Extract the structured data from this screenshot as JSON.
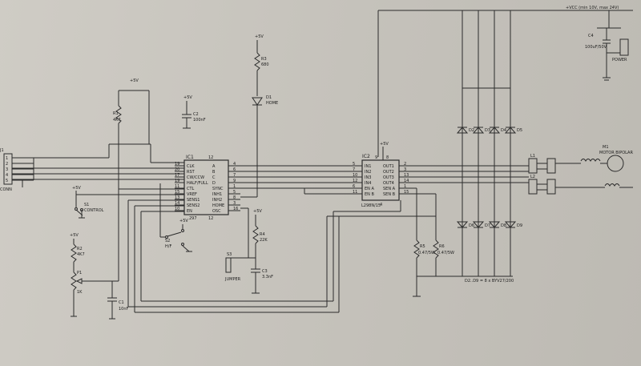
{
  "title": "",
  "supply": {
    "vcc": "+VCC (min 10V, max 24V)",
    "plus5": "+5V"
  },
  "connectors": {
    "j1": {
      "ref": "J1",
      "name": "CONN",
      "pins": [
        "1",
        "2",
        "3",
        "4",
        "5"
      ]
    },
    "power": {
      "label": "POWER"
    }
  },
  "ic1": {
    "ref": "IC1",
    "part": "297",
    "left_pins": [
      {
        "num": "19",
        "name": "CLK"
      },
      {
        "num": "20",
        "name": "RST"
      },
      {
        "num": "17",
        "name": "CW/CCW"
      },
      {
        "num": "19",
        "name": "HALF/FULL"
      },
      {
        "num": "11",
        "name": "CTL"
      },
      {
        "num": "15",
        "name": "VREF"
      },
      {
        "num": "13",
        "name": "SENS1"
      },
      {
        "num": "14",
        "name": "SENS2"
      },
      {
        "num": "10",
        "name": "EN"
      }
    ],
    "right_pins": [
      {
        "num": "4",
        "name": "A"
      },
      {
        "num": "6",
        "name": "B"
      },
      {
        "num": "7",
        "name": "C"
      },
      {
        "num": "9",
        "name": "D"
      },
      {
        "num": "1",
        "name": "SYNC"
      },
      {
        "num": "5",
        "name": "INH1"
      },
      {
        "num": "8",
        "name": "INH2"
      },
      {
        "num": "3",
        "name": "HOME"
      },
      {
        "num": "16",
        "name": "OSC"
      }
    ],
    "top_pin": "12",
    "bottom_pin": "12"
  },
  "ic2": {
    "ref": "IC2",
    "part": "L298N/15",
    "left_pins": [
      {
        "num": "5",
        "name": "IN1"
      },
      {
        "num": "7",
        "name": "IN2"
      },
      {
        "num": "10",
        "name": "IN3"
      },
      {
        "num": "12",
        "name": "IN4"
      },
      {
        "num": "6",
        "name": "EN A"
      },
      {
        "num": "11",
        "name": "EN B"
      }
    ],
    "right_pins": [
      {
        "num": "2",
        "name": "OUT1"
      },
      {
        "num": "3",
        "name": "OUT2"
      },
      {
        "num": "13",
        "name": "OUT3"
      },
      {
        "num": "14",
        "name": "OUT4"
      },
      {
        "num": "1",
        "name": "SEN A"
      },
      {
        "num": "15",
        "name": "SEN B"
      }
    ],
    "left_small": [
      "9",
      "8"
    ],
    "right_small": [
      "4"
    ]
  },
  "components": {
    "r1": {
      "ref": "R1",
      "value": "4K7"
    },
    "r2": {
      "ref": "R2",
      "value": "4K7"
    },
    "r3": {
      "ref": "R3",
      "value": "680"
    },
    "r4": {
      "ref": "R4",
      "value": "22K"
    },
    "r5": {
      "ref": "R5",
      "value": "0.47/5W"
    },
    "r6": {
      "ref": "R6",
      "value": "0.47/5W"
    },
    "p1": {
      "ref": "P1",
      "value": "1K"
    },
    "c1": {
      "ref": "C1",
      "value": "10nF"
    },
    "c2": {
      "ref": "C2",
      "value": "100nF"
    },
    "c3": {
      "ref": "C3",
      "value": "3.3nF"
    },
    "c4": {
      "ref": "C4",
      "value": "100uF/50V"
    },
    "d1": {
      "ref": "D1",
      "value": "HOME"
    },
    "s1": {
      "ref": "S1",
      "value": "CONTROL"
    },
    "s2": {
      "ref": "S2",
      "value": "H/F"
    },
    "s3": {
      "ref": "S3",
      "value": "JUMPER"
    },
    "diodes": [
      "D2",
      "D3",
      "D4",
      "D5",
      "D6",
      "D7",
      "D8",
      "D9"
    ],
    "diode_note": "D2..D9 = 8 x BYV27/200",
    "l1": {
      "ref": "L1"
    },
    "l2": {
      "ref": "L2"
    },
    "m1": {
      "ref": "M1",
      "value": "MOTOR BIPOLAR"
    }
  }
}
